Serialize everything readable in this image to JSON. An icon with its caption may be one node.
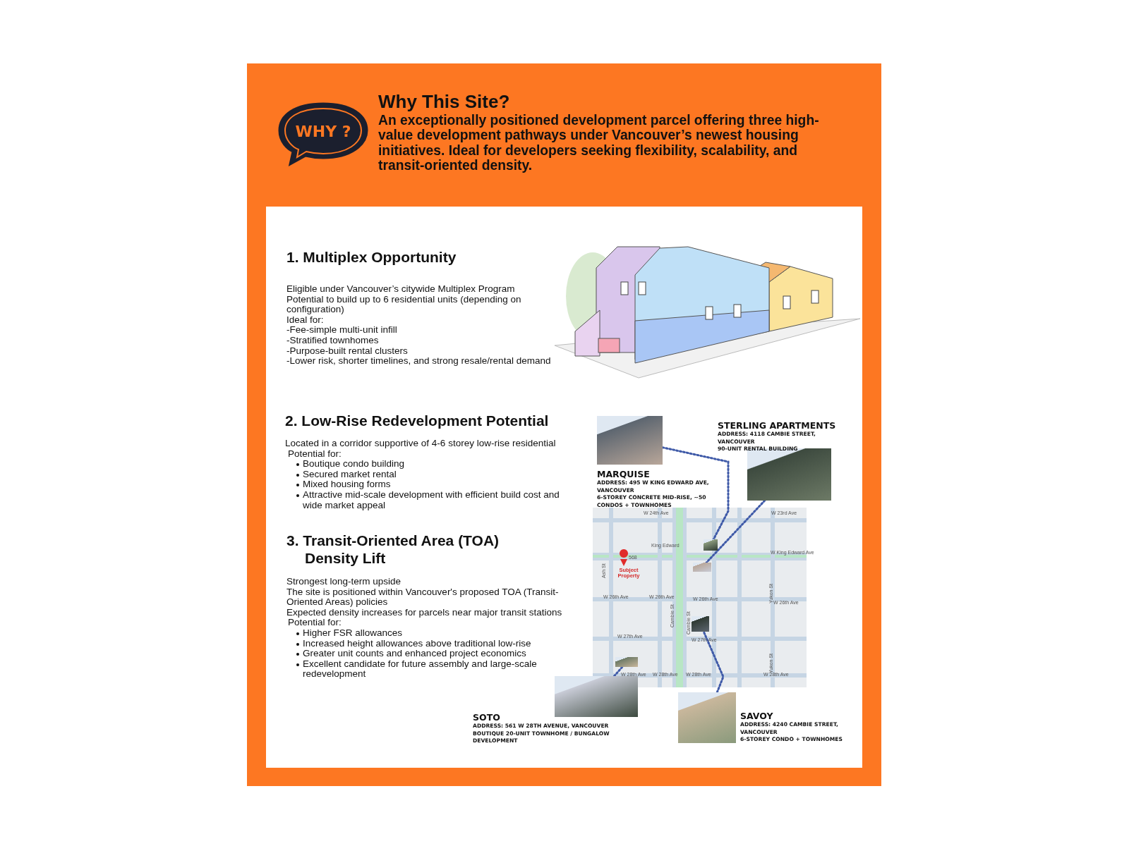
{
  "diagram": {
    "title": "Why This Site?",
    "nodes": [
      {
        "text": [
          "WHY ?"
        ]
      },
      {
        "text": [],
        "shape": "picture",
        "beside": [
          "MARQUISE",
          "ADDRESS: 495 W KING EDWARD AVE, VANCOUVER",
          "6-STOREY CONCRETE MID-RISE, ~50 CONDOS + TOWNHOMES"
        ]
      },
      {
        "text": [],
        "shape": "picture",
        "beside": [
          "STERLING APARTMENTS",
          "ADDRESS: 4118 CAMBIE STREET, VANCOUVER",
          "90-UNIT RENTAL BUILDING"
        ]
      },
      {
        "text": [],
        "shape": "picture"
      },
      {
        "text": [],
        "shape": "picture"
      },
      {
        "text": [],
        "shape": "picture"
      },
      {
        "text": [],
        "shape": "picture"
      },
      {
        "text": [],
        "shape": "picture",
        "beside": [
          "SOTO",
          "ADDRESS: 561 W 28TH AVENUE, VANCOUVER",
          "BOUTIQUE 20-UNIT TOWNHOME / BUNGALOW DEVELOPMENT"
        ]
      },
      {
        "text": [],
        "shape": "picture",
        "beside": [
          "SAVOY",
          "ADDRESS: 4240 CAMBIE STREET, VANCOUVER",
          "6-STOREY CONDO + TOWNHOMES"
        ]
      }
    ],
    "edges": [
      {
        "from": 1,
        "to": 3,
        "arrow": "none",
        "style": "dashed"
      },
      {
        "from": 2,
        "to": 4,
        "arrow": "none",
        "style": "dashed"
      },
      {
        "from": 7,
        "to": 5,
        "arrow": "none",
        "style": "dashed"
      },
      {
        "from": 8,
        "to": 6,
        "arrow": "none",
        "style": "dashed"
      }
    ],
    "labels": [
      "An exceptionally positioned development parcel offering three high-value development pathways under Vancouver’s newest housing initiatives. Ideal for developers seeking flexibility, scalability, and transit-oriented density.",
      "1. Multiplex Opportunity",
      "Eligible under Vancouver’s citywide Multiplex Program",
      "Potential to build up to 6 residential units (depending on configuration)",
      "Ideal for:",
      "-Fee-simple multi-unit infill",
      "-Stratified townhomes",
      "-Purpose-built rental clusters",
      "-Lower risk, shorter timelines, and strong resale/rental demand",
      "2. Low-Rise Redevelopment Potential",
      "Located in a corridor supportive of 4-6 storey low-rise residential",
      "Potential for:",
      "Boutique condo building",
      "Secured market rental",
      "Mixed housing forms",
      "Attractive mid-scale development with efficient build cost and wide market appeal",
      "3. Transit-Oriented Area (TOA) Density Lift",
      "Strongest long-term upside",
      "The site is positioned within Vancouver's proposed TOA (Transit-Oriented Areas) policies",
      "Expected density increases for parcels near major transit stations",
      "Potential for:",
      "Higher FSR allowances",
      "Increased height allowances above traditional low-rise",
      "Greater unit counts and enhanced project economics",
      "Excellent candidate for future assembly and large-scale redevelopment",
      "W 24th Ave",
      "W 23rd Ave",
      "King Edward",
      "W King Edward Ave",
      "Ash St",
      "568",
      "Subject Property",
      "W 26th Ave",
      "W 26th Ave",
      "W 26th Ave",
      "Yukon St",
      "W 26th Ave",
      "Cambie St",
      "Cambie St",
      "W 27th Ave",
      "W 27th Ave",
      "Yukon St",
      "W 28th Ave",
      "W 28th Ave",
      "W 28th Ave",
      "W 28th Ave"
    ]
  }
}
